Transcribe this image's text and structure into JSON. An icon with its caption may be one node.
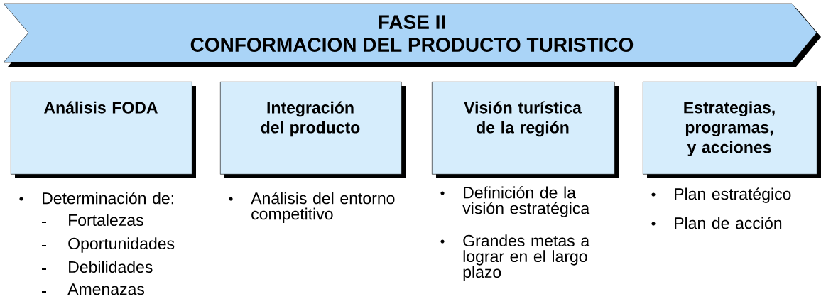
{
  "diagram": {
    "nodes": [
      {
        "text": [
          "FASE II",
          "CONFORMACION DEL PRODUCTO TURISTICO"
        ]
      },
      {
        "text": [
          "Análisis FODA"
        ],
        "beside": [
          "Determinación de:",
          "Fortalezas",
          "Oportunidades",
          "Debilidades",
          "Amenazas"
        ]
      },
      {
        "text": [
          "Integración del producto"
        ],
        "beside": [
          "Análisis del entorno competitivo"
        ]
      },
      {
        "text": [
          "Visión turística de la región"
        ],
        "beside": [
          "Definición de la visión estratégica",
          "Grandes metas a lograr en el largo plazo"
        ]
      },
      {
        "text": [
          "Estrategias, programas, y acciones"
        ],
        "beside": [
          "Plan estratégico",
          "Plan de acción"
        ]
      }
    ]
  }
}
